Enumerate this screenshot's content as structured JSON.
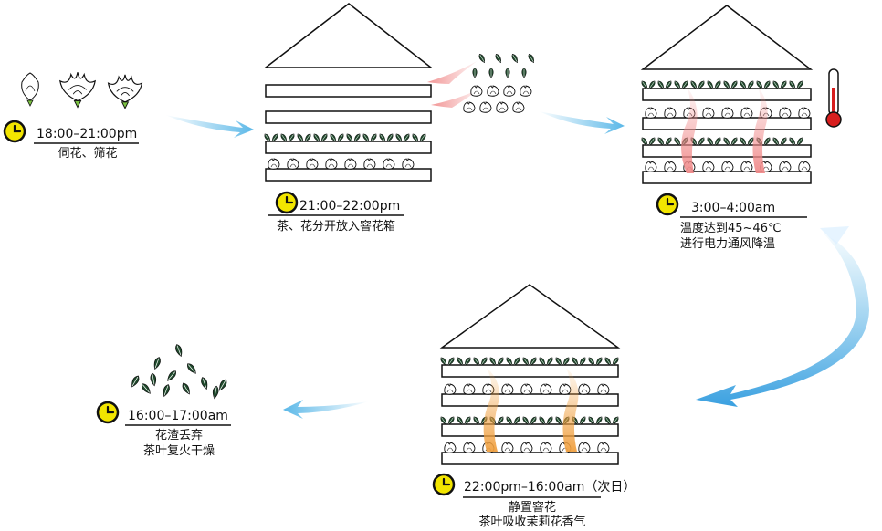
{
  "steps": [
    {
      "time": "18:00–21:00pm",
      "lines": [
        "伺花、筛花"
      ]
    },
    {
      "time": "21:00–22:00pm",
      "lines": [
        "茶、花分开放入窨花箱"
      ]
    },
    {
      "time": "3:00–4:00am",
      "lines": [
        "温度达到45~46℃",
        "进行电力通风降温"
      ]
    },
    {
      "time": "22:00pm–16:00am（次日）",
      "lines": [
        "静置窨花",
        "茶叶吸收茉莉花香气"
      ]
    },
    {
      "time": "16:00–17:00am",
      "lines": [
        "花渣丢弃",
        "茶叶复火干燥"
      ]
    }
  ],
  "icons": {
    "clock": "clock-icon",
    "thermometer": "thermometer-icon",
    "flower": "jasmine-flower-icon",
    "leaf": "tea-leaf-icon"
  },
  "colors": {
    "clock_fill": "#f2e500",
    "leaf": "#1f4a2c",
    "arrow": "#5bb8e8",
    "heat_red": "#f08a8a",
    "heat_orange": "#f0a040",
    "thermometer_red": "#d81e1e"
  }
}
